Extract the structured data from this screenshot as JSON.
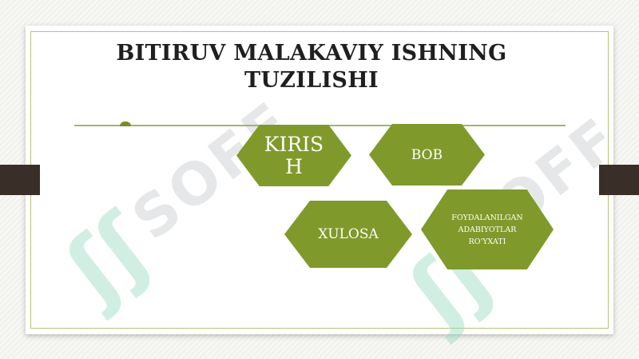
{
  "slide": {
    "title": "BITIRUV MALAKAVIY ISHNING TUZILISHI"
  },
  "shapes": {
    "kirish": "KIRISH",
    "bob": "BOB",
    "xulosa": "XULOSA",
    "references": "FOYDALANILGAN ADABIYOTLAR RO'YXATI"
  },
  "watermark": {
    "text": "SOFF",
    "mark": "ʃʃ"
  },
  "colors": {
    "hex_fill": "#7f9a2a",
    "accent_rule": "#a4b46a",
    "side_bar": "#3a2e28",
    "title_text": "#1f1f1f"
  }
}
